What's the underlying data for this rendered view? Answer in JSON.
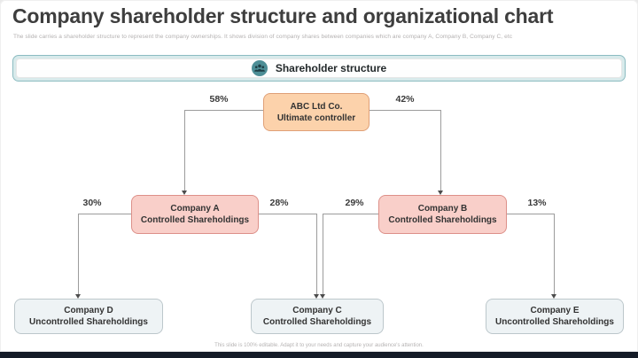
{
  "slide": {
    "title": "Company shareholder structure and organizational chart",
    "subtitle": "The slide carries a shareholder structure to represent the company ownerships. It shows division of company shares between companies which are company A, Company B, Company C, etc",
    "footer": "This slide is 100% editable. Adapt it to your needs and capture your audience's attention."
  },
  "banner": {
    "icon": "people-group-icon",
    "label": "Shareholder structure"
  },
  "org_chart": {
    "nodes": [
      {
        "id": "abc",
        "line1": "ABC Ltd Co.",
        "line2": "Ultimate controller",
        "style": "root"
      },
      {
        "id": "company-a",
        "line1": "Company A",
        "line2": "Controlled Shareholdings",
        "style": "controlled"
      },
      {
        "id": "company-b",
        "line1": "Company B",
        "line2": "Controlled Shareholdings",
        "style": "controlled"
      },
      {
        "id": "company-d",
        "line1": "Company D",
        "line2": "Uncontrolled Shareholdings",
        "style": "neutral"
      },
      {
        "id": "company-c",
        "line1": "Company C",
        "line2": "Controlled Shareholdings",
        "style": "neutral"
      },
      {
        "id": "company-e",
        "line1": "Company E",
        "line2": "Uncontrolled Shareholdings",
        "style": "neutral"
      }
    ],
    "edges": [
      {
        "from": "ABC Ltd Co.",
        "to": "Company A",
        "label": "58%"
      },
      {
        "from": "ABC Ltd Co.",
        "to": "Company B",
        "label": "42%"
      },
      {
        "from": "Company A",
        "to": "Company D",
        "label": "30%"
      },
      {
        "from": "Company A",
        "to": "Company C",
        "label": "28%"
      },
      {
        "from": "Company B",
        "to": "Company C",
        "label": "29%"
      },
      {
        "from": "Company B",
        "to": "Company E",
        "label": "13%"
      }
    ]
  },
  "colors": {
    "root_fill": "#fcd2ab",
    "root_border": "#dfa077",
    "controlled_fill": "#f9cfc9",
    "controlled_border": "#dd9089",
    "neutral_fill": "#eef3f5",
    "neutral_border": "#bcc7cb",
    "banner_fill": "#d8eaeb",
    "banner_border": "#8cbcc1",
    "icon_teal": "#4d8e96",
    "connector": "#9c9c9c",
    "bottom_bar": "#141b27"
  }
}
